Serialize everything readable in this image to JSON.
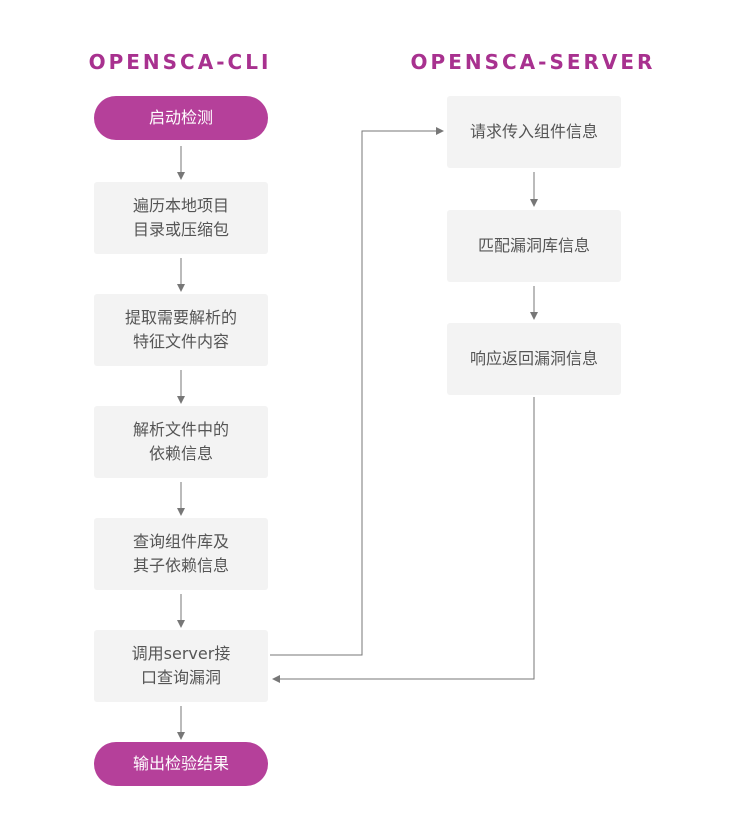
{
  "colors": {
    "accent": "#a8318f",
    "terminal_fill": "#b5409a",
    "node_fill": "#f3f3f3",
    "node_text": "#555555",
    "line": "#777777"
  },
  "columns": {
    "cli_title": "OPENSCA-CLI",
    "server_title": "OPENSCA-SERVER"
  },
  "cli_steps": {
    "start": "启动检测",
    "traverse": "遍历本地项目\n目录或压缩包",
    "extract": "提取需要解析的\n特征文件内容",
    "parse": "解析文件中的\n依赖信息",
    "query": "查询组件库及\n其子依赖信息",
    "call_server": "调用server接\n口查询漏洞",
    "output": "输出检验结果"
  },
  "server_steps": {
    "request": "请求传入组件信息",
    "match": "匹配漏洞库信息",
    "respond": "响应返回漏洞信息"
  }
}
